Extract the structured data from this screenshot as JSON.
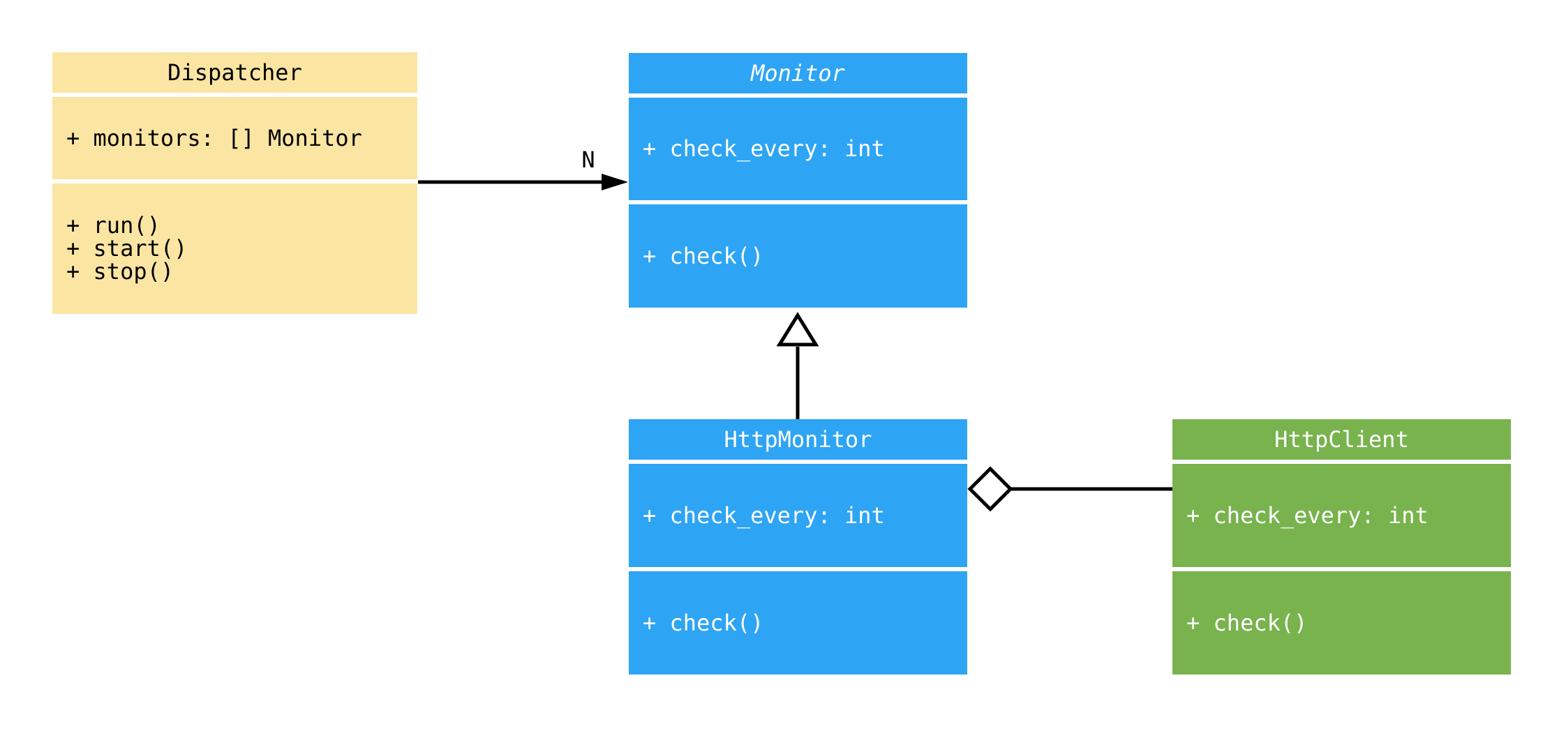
{
  "diagram": {
    "background_color": "#ffffff",
    "line_color": "#000000",
    "classes": [
      {
        "name": "Dispatcher",
        "abstract": false,
        "bg_color": "#FBE5A3",
        "text_color": "#000000",
        "attributes": [
          "+ monitors: [] Monitor"
        ],
        "methods": [
          "+ run()",
          "+ start()",
          "+ stop()"
        ]
      },
      {
        "name": "Monitor",
        "abstract": true,
        "bg_color": "#2EA4F4",
        "text_color": "#FFFFFF",
        "attributes": [
          "+ check_every: int"
        ],
        "methods": [
          "+ check()"
        ]
      },
      {
        "name": "HttpMonitor",
        "abstract": false,
        "bg_color": "#2EA4F4",
        "text_color": "#FFFFFF",
        "attributes": [
          "+ check_every: int"
        ],
        "methods": [
          "+ check()"
        ]
      },
      {
        "name": "HttpClient",
        "abstract": false,
        "bg_color": "#78B34E",
        "text_color": "#FFFFFF",
        "attributes": [
          "+ check_every: int"
        ],
        "methods": [
          "+ check()"
        ]
      }
    ],
    "relations": [
      {
        "type": "association",
        "from": "Dispatcher",
        "to": "Monitor",
        "label": "N"
      },
      {
        "type": "inheritance",
        "from": "HttpMonitor",
        "to": "Monitor",
        "label": ""
      },
      {
        "type": "aggregation",
        "from": "HttpMonitor",
        "to": "HttpClient",
        "label": ""
      }
    ]
  }
}
